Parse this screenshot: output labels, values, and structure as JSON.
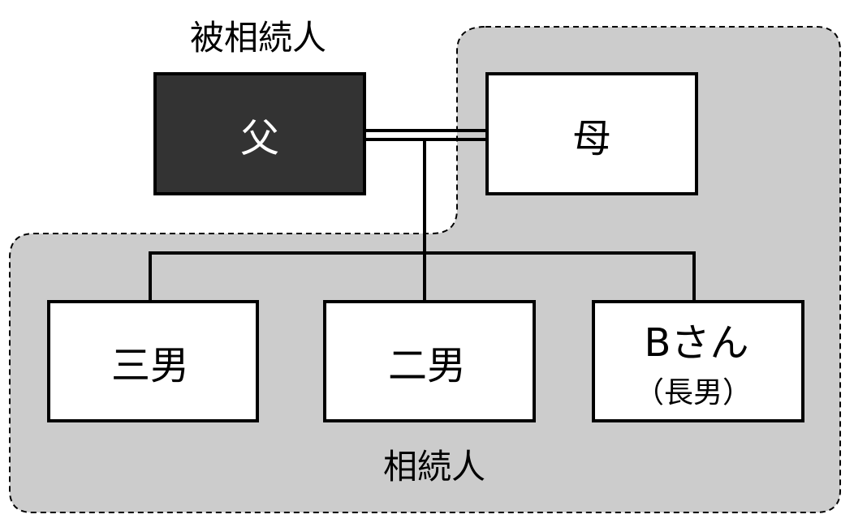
{
  "title": "被相続人",
  "group_label": "相続人",
  "persons": {
    "father": "父",
    "mother": "母",
    "third_son": "三男",
    "second_son": "二男",
    "eldest_son_name": "Bさん",
    "eldest_son_relation": "（長男）"
  },
  "colors": {
    "deceased_fill": "#333333",
    "group_fill": "#cccccc",
    "box_fill": "#ffffff",
    "line": "#000000"
  }
}
